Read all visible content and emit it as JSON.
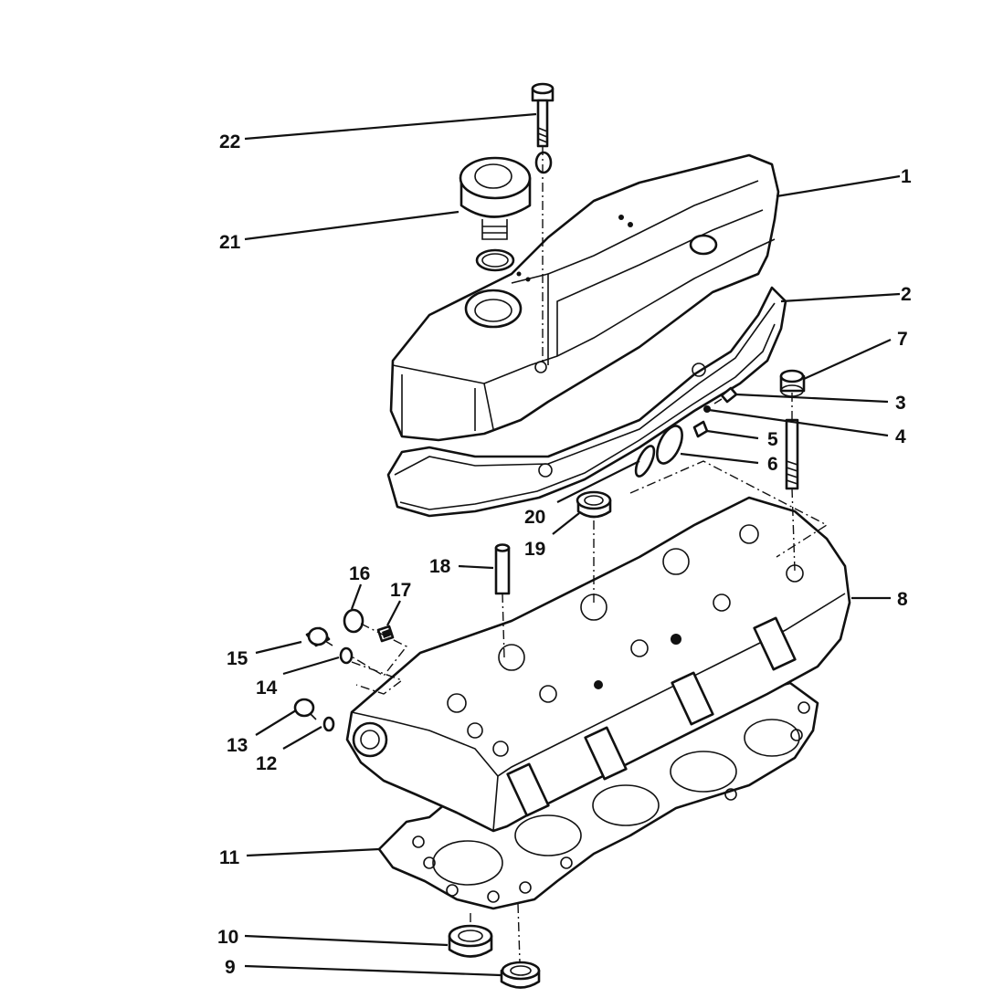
{
  "diagram": {
    "parts": [
      {
        "id": "1",
        "label": "1"
      },
      {
        "id": "2",
        "label": "2"
      },
      {
        "id": "3",
        "label": "3"
      },
      {
        "id": "4",
        "label": "4"
      },
      {
        "id": "5",
        "label": "5"
      },
      {
        "id": "6",
        "label": "6"
      },
      {
        "id": "7",
        "label": "7"
      },
      {
        "id": "8",
        "label": "8"
      },
      {
        "id": "9",
        "label": "9"
      },
      {
        "id": "10",
        "label": "10"
      },
      {
        "id": "11",
        "label": "11"
      },
      {
        "id": "12",
        "label": "12"
      },
      {
        "id": "13",
        "label": "13"
      },
      {
        "id": "14",
        "label": "14"
      },
      {
        "id": "15",
        "label": "15"
      },
      {
        "id": "16",
        "label": "16"
      },
      {
        "id": "17",
        "label": "17"
      },
      {
        "id": "18",
        "label": "18"
      },
      {
        "id": "19",
        "label": "19"
      },
      {
        "id": "20",
        "label": "20"
      },
      {
        "id": "21",
        "label": "21"
      },
      {
        "id": "22",
        "label": "22"
      }
    ]
  }
}
